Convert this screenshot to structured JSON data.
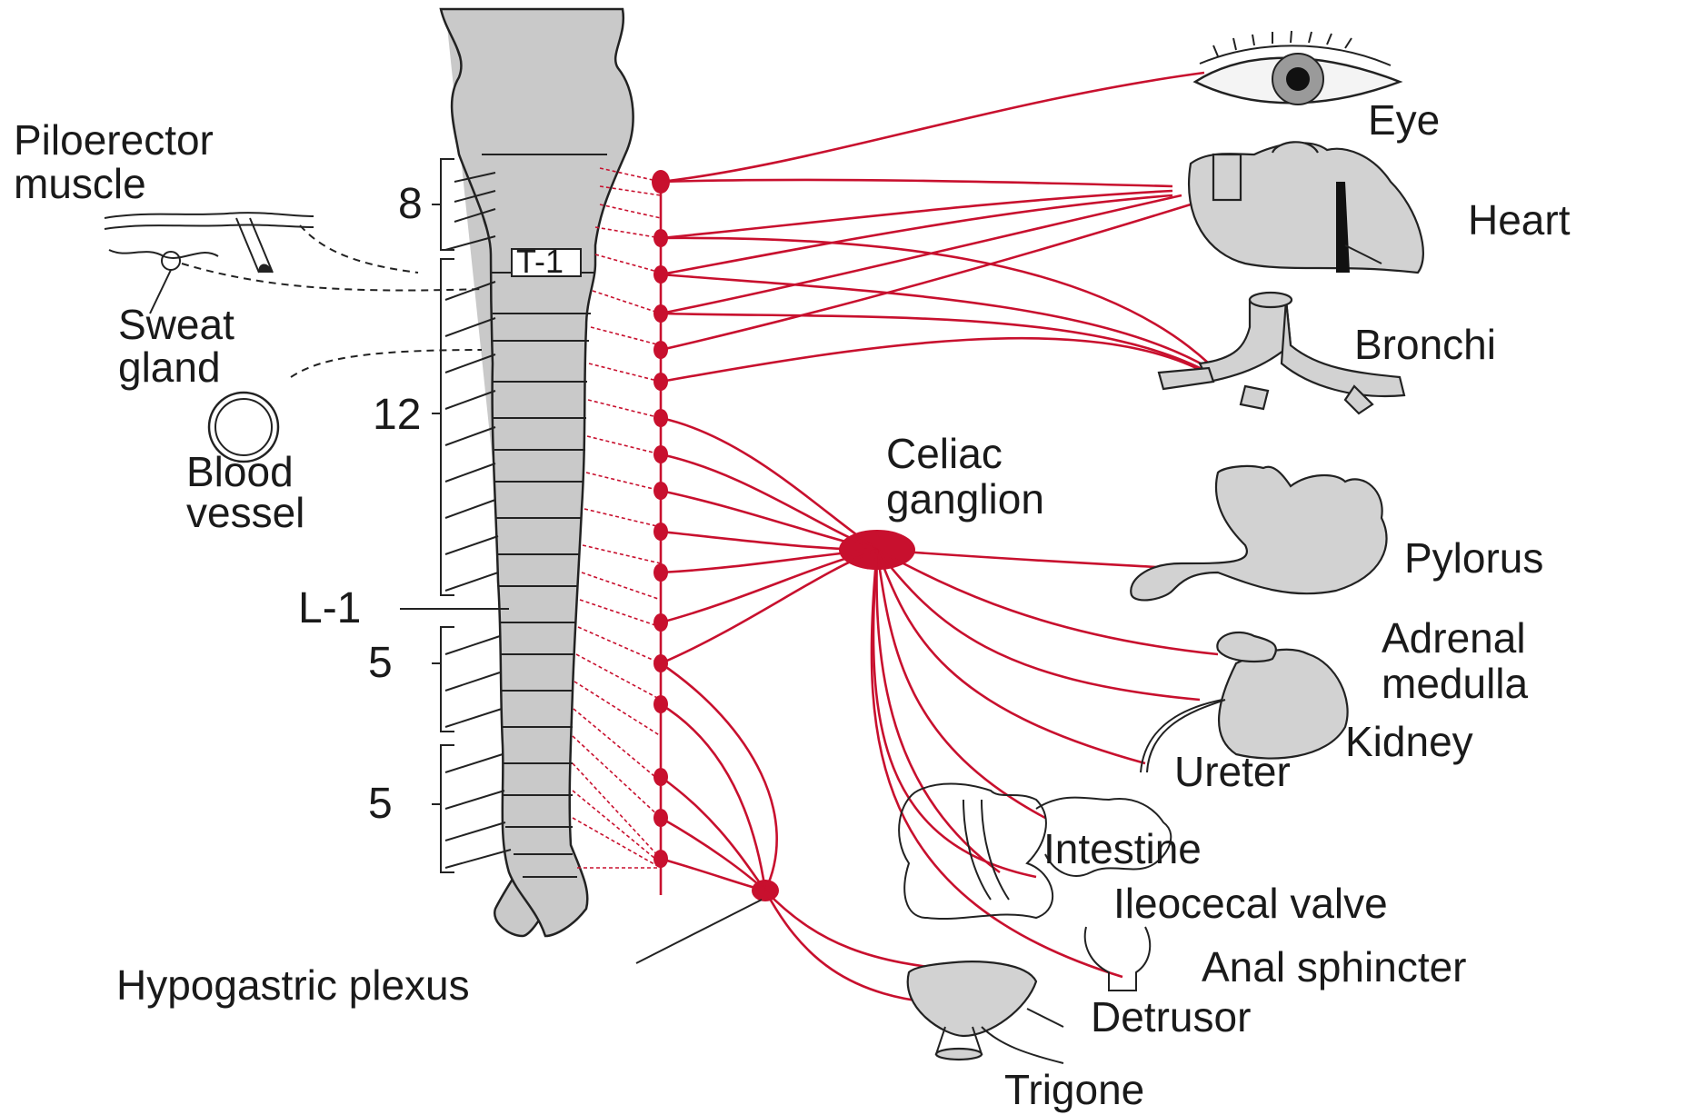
{
  "labels": {
    "piloerector_1": "Piloerector",
    "piloerector_2": "muscle",
    "sweat_1": "Sweat",
    "sweat_2": "gland",
    "blood_1": "Blood",
    "blood_2": "vessel",
    "hypogastric": "Hypogastric plexus",
    "eye": "Eye",
    "heart": "Heart",
    "bronchi": "Bronchi",
    "celiac_1": "Celiac",
    "celiac_2": "ganglion",
    "pylorus": "Pylorus",
    "adrenal_1": "Adrenal",
    "adrenal_2": "medulla",
    "kidney": "Kidney",
    "ureter": "Ureter",
    "intestine": "Intestine",
    "ileocecal": "Ileocecal valve",
    "anal": "Anal sphincter",
    "detrusor": "Detrusor",
    "trigone": "Trigone"
  },
  "segments": {
    "cervical_8": "8",
    "t1": "T-1",
    "thoracic_12": "12",
    "l1": "L-1",
    "lumbar_5": "5",
    "sacral_5": "5"
  },
  "colors": {
    "nerve": "#c8102e",
    "organ_fill": "#d2d2d2",
    "cord_fill": "#c9c9c9"
  }
}
